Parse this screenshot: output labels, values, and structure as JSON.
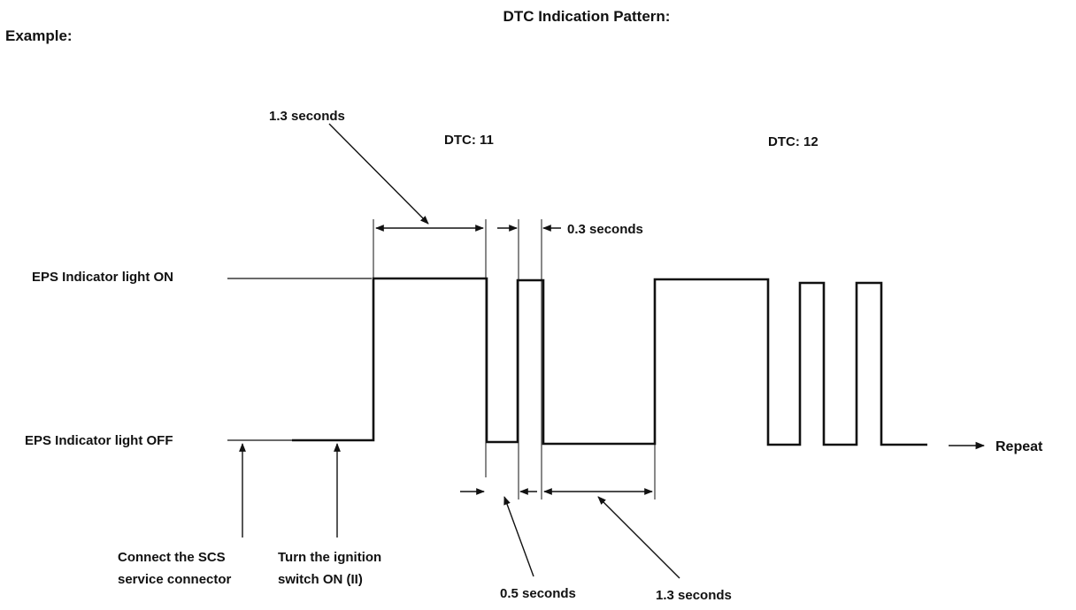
{
  "title": "DTC Indication Pattern:",
  "example_label": "Example:",
  "levels": {
    "on": "EPS Indicator light ON",
    "off": "EPS Indicator light OFF"
  },
  "codes": {
    "dtc_11": "DTC: 11",
    "dtc_12": "DTC: 12"
  },
  "timing": {
    "long_top": "1.3 seconds",
    "short_on": "0.3 seconds",
    "short_off": "0.5 seconds",
    "long_bottom": "1.3 seconds"
  },
  "repeat": "Repeat",
  "steps": {
    "connect_line1": "Connect the SCS",
    "connect_line2": "service connector",
    "ignition_line1": "Turn the ignition",
    "ignition_line2": "switch ON (II)"
  },
  "colors": {
    "line": "#111111",
    "background": "#ffffff"
  }
}
